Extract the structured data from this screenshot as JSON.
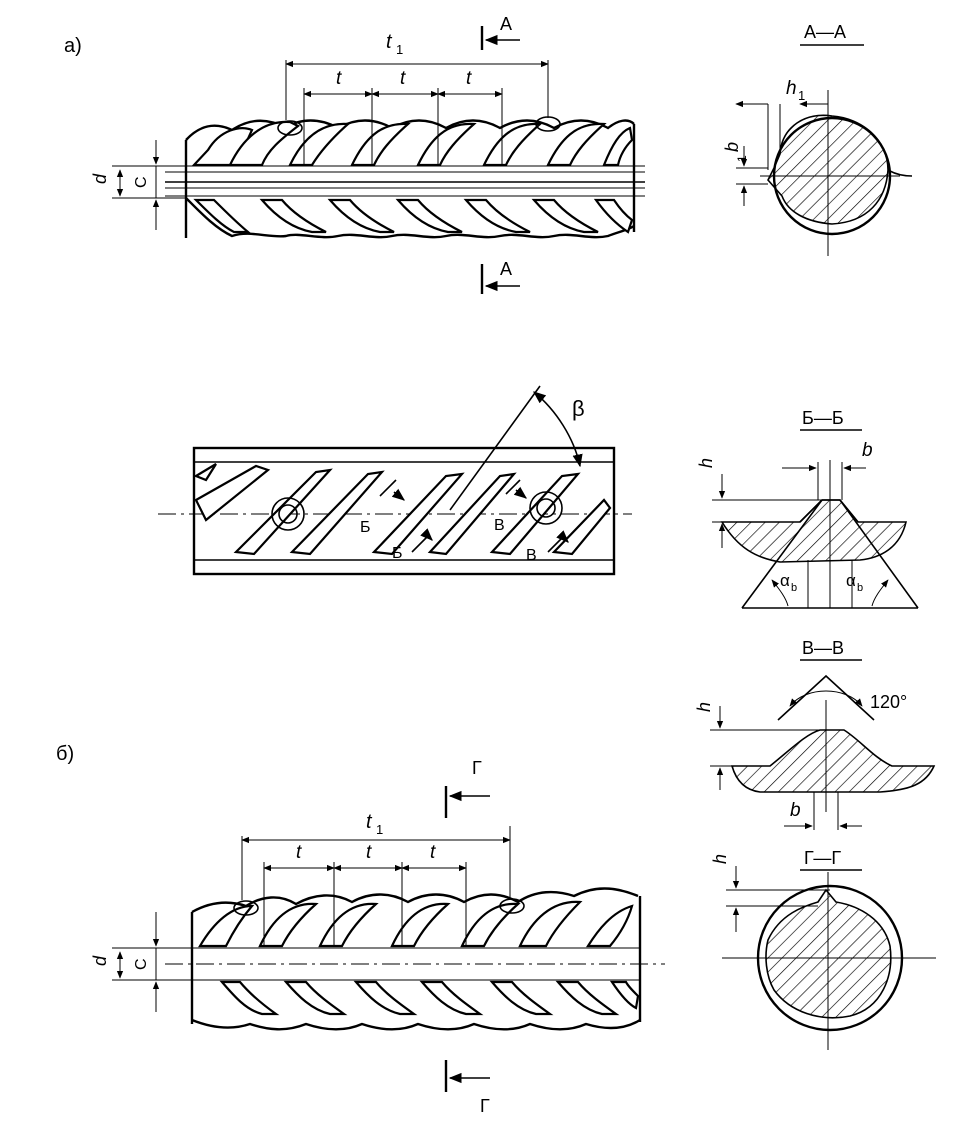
{
  "figure_a": {
    "label": "а)",
    "dims": {
      "t1": "t",
      "t1_sub": "1",
      "t": "t",
      "d": "d",
      "c": "C"
    },
    "section_mark": "А",
    "section_title": "А—А",
    "section_dims": {
      "h1": "h",
      "h1_sub": "1",
      "b1": "b",
      "b1_sub": "1"
    }
  },
  "middle": {
    "angle": "β",
    "mark_b": "Б",
    "mark_v": "В",
    "section_title": "Б—Б",
    "section_dims": {
      "h": "h",
      "b": "b",
      "alpha": "α",
      "alpha_sub": "b"
    }
  },
  "section_vv": {
    "title": "В—В",
    "angle": "120°",
    "h": "h",
    "b": "b"
  },
  "figure_b": {
    "label": "б)",
    "dims": {
      "t1": "t",
      "t1_sub": "1",
      "t": "t",
      "d": "d",
      "c": "C"
    },
    "section_mark": "Г",
    "section_title": "Г—Г",
    "section_dims": {
      "h": "h"
    }
  }
}
